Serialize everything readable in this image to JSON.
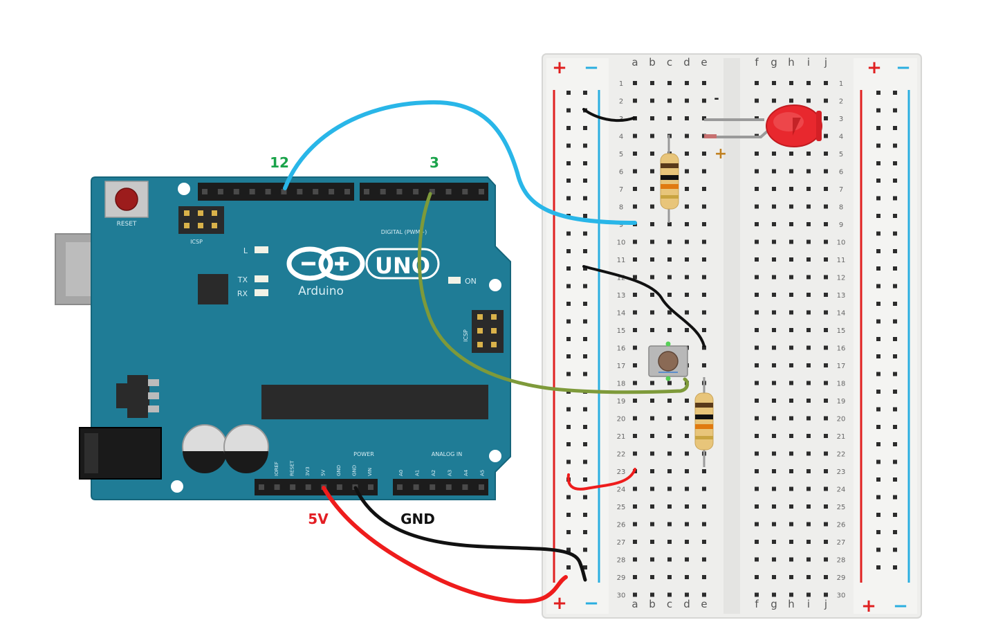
{
  "labels": {
    "pin12": "12",
    "pin3": "3",
    "five_v": "5V",
    "gnd": "GND",
    "led_minus": "-",
    "led_plus": "+"
  },
  "arduino": {
    "model": "UNO",
    "brand": "Arduino",
    "reset_label": "RESET",
    "icsp_label": "ICSP",
    "icsp2_label": "ICSP",
    "led_l": "L",
    "led_tx": "TX",
    "led_rx": "RX",
    "led_on": "ON",
    "digital_label": "DIGITAL (PWM~)",
    "power_label": "POWER",
    "analog_label": "ANALOG IN",
    "power_pins": [
      "IOREF",
      "RESET",
      "3V3",
      "5V",
      "GND",
      "GND",
      "VIN"
    ],
    "analog_pins": [
      "A0",
      "A1",
      "A2",
      "A3",
      "A4",
      "A5"
    ]
  },
  "breadboard": {
    "col_left": [
      "a",
      "b",
      "c",
      "d",
      "e"
    ],
    "col_right": [
      "f",
      "g",
      "h",
      "i",
      "j"
    ],
    "rows": 30,
    "rail_plus": "+",
    "rail_minus": "−"
  },
  "colors": {
    "board": "#1f7c96",
    "wire_blue": "#29b6e8",
    "wire_green": "#7e9a3a",
    "wire_red": "#ee1c1c",
    "wire_black": "#111111",
    "label_green": "#1aa34a",
    "label_red": "#e31e24",
    "rail_red": "#e02020",
    "rail_blue": "#2aaee0",
    "led": "#e8282e"
  }
}
